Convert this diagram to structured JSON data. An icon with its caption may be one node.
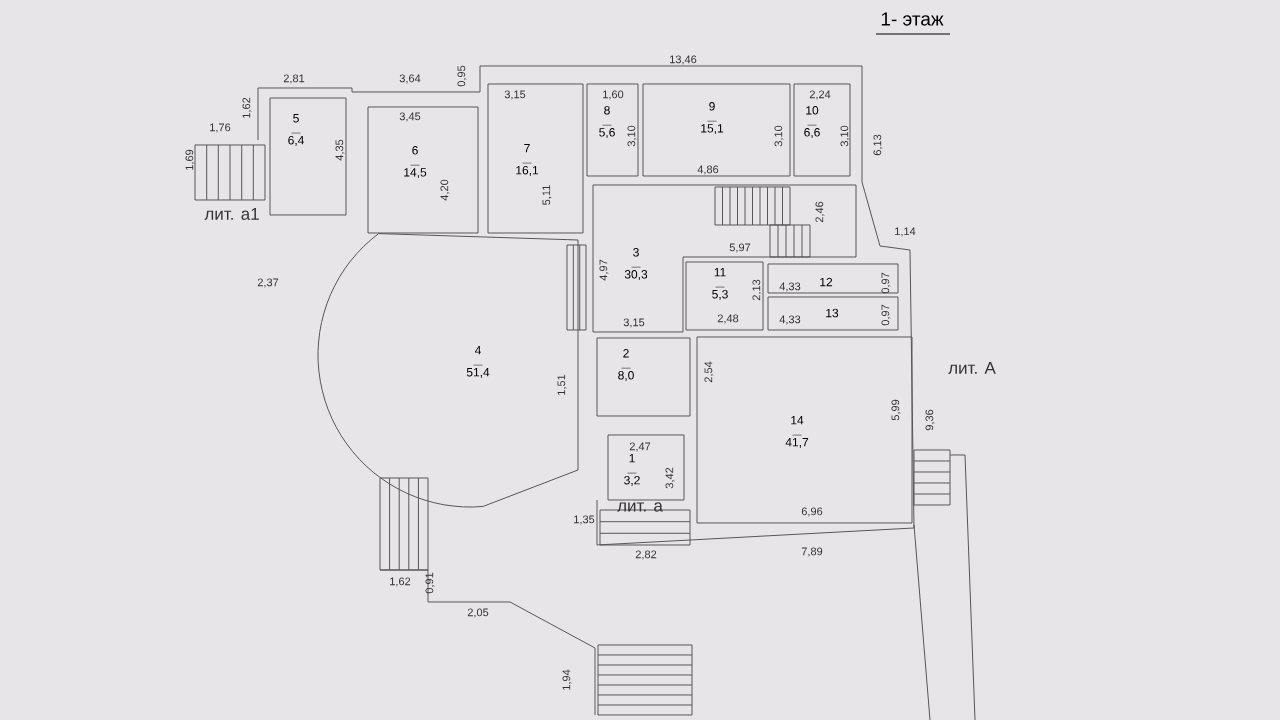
{
  "diagram": {
    "title": "1- этаж",
    "nodes": [
      {
        "text": [
          "5",
          "6,4"
        ]
      },
      {
        "text": [
          "6",
          "14,5"
        ]
      },
      {
        "text": [
          "7",
          "16,1"
        ]
      },
      {
        "text": [
          "8",
          "5,6"
        ]
      },
      {
        "text": [
          "9",
          "15,1"
        ]
      },
      {
        "text": [
          "10",
          "6,6"
        ]
      },
      {
        "text": [
          "3",
          "30,3"
        ]
      },
      {
        "text": [
          "11",
          "5,3"
        ]
      },
      {
        "text": [
          "12"
        ]
      },
      {
        "text": [
          "13"
        ]
      },
      {
        "text": [
          "2",
          "8,0"
        ]
      },
      {
        "text": [
          "4",
          "51,4"
        ]
      },
      {
        "text": [
          "14",
          "41,7"
        ]
      },
      {
        "text": [
          "1",
          "3,2"
        ]
      }
    ],
    "labels": [
      "0,95",
      "2,81",
      "3,64",
      "13,46",
      "3,15",
      "1,60",
      "2,24",
      "1,62",
      "3,45",
      "1,76",
      "4,35",
      "3,10",
      "3,10",
      "3,10",
      "6,13",
      "1,69",
      "лит. а1",
      "4,20",
      "5,11",
      "4,86",
      "2,46",
      "1,14",
      "5,97",
      "2,37",
      "4,97",
      "2,13",
      "4,33",
      "0,97",
      "2,48",
      "4,33",
      "0,97",
      "3,15",
      "2,54",
      "1,51",
      "лит. А",
      "5,99",
      "9,36",
      "2,47",
      "3,42",
      "лит. а",
      "1,35",
      "6,96",
      "2,82",
      "7,89",
      "1,62",
      "0,91",
      "2,05",
      "1,94"
    ]
  }
}
